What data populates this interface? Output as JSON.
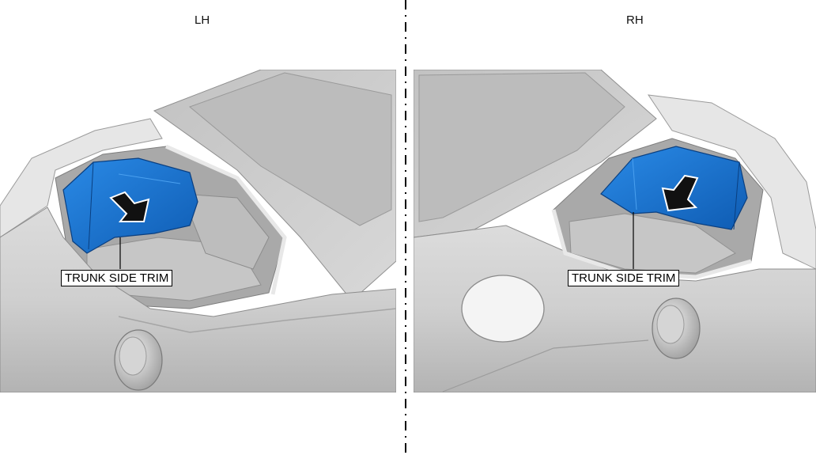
{
  "views": {
    "left": {
      "heading": "LH",
      "callout": "TRUNK SIDE TRIM"
    },
    "right": {
      "heading": "RH",
      "callout": "TRUNK SIDE TRIM"
    }
  },
  "colors": {
    "trim_highlight": "#1a78d6",
    "trim_shadow": "#0d4f9e",
    "body_light": "#e4e4e4",
    "body_mid": "#c9c9c9",
    "body_dark": "#9c9c9c",
    "divider": "#000000",
    "arrow": "#111111"
  }
}
